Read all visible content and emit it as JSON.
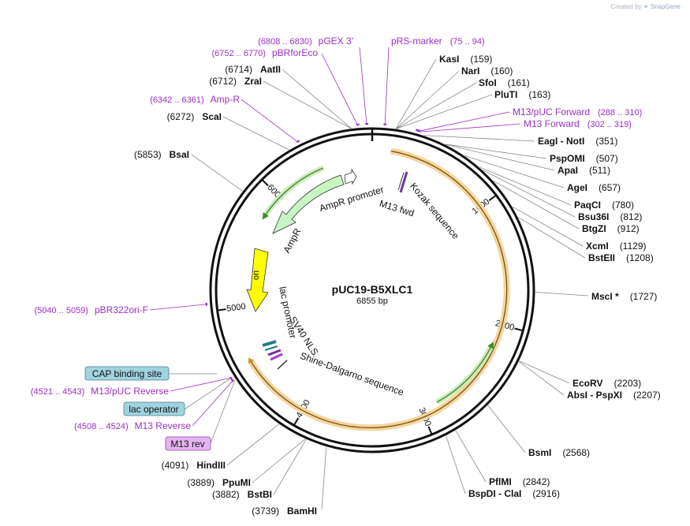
{
  "plasmid": {
    "name": "pUC19-B5XLC1",
    "length_label": "6855 bp",
    "total_bp": 6855
  },
  "watermark": {
    "prefix": "Created by",
    "brand": "SnapGene"
  },
  "ticks": [
    {
      "bp": 1000,
      "label": "1000"
    },
    {
      "bp": 2000,
      "label": "2000"
    },
    {
      "bp": 3000,
      "label": "3000"
    },
    {
      "bp": 4000,
      "label": "4000"
    },
    {
      "bp": 5000,
      "label": "5000"
    },
    {
      "bp": 6000,
      "label": "6000"
    }
  ],
  "enzymes_right": [
    {
      "name": "KasI",
      "pos": "(159)",
      "bp": 159
    },
    {
      "name": "NarI",
      "pos": "(160)",
      "bp": 160
    },
    {
      "name": "SfoI",
      "pos": "(161)",
      "bp": 161
    },
    {
      "name": "PluTI",
      "pos": "(163)",
      "bp": 163
    },
    {
      "name": "EagI  -  NotI",
      "pos": "(351)",
      "bp": 351
    },
    {
      "name": "PspOMI",
      "pos": "(507)",
      "bp": 507
    },
    {
      "name": "ApaI",
      "pos": "(511)",
      "bp": 511
    },
    {
      "name": "AgeI",
      "pos": "(657)",
      "bp": 657
    },
    {
      "name": "PaqCI",
      "pos": "(780)",
      "bp": 780
    },
    {
      "name": "Bsu36I",
      "pos": "(812)",
      "bp": 812
    },
    {
      "name": "BtgZI",
      "pos": "(912)",
      "bp": 912
    },
    {
      "name": "XcmI",
      "pos": "(1129)",
      "bp": 1129
    },
    {
      "name": "BstEII",
      "pos": "(1208)",
      "bp": 1208
    },
    {
      "name": "MscI *",
      "pos": "(1727)",
      "bp": 1727
    },
    {
      "name": "EcoRV",
      "pos": "(2203)",
      "bp": 2203
    },
    {
      "name": "AbsI  -  PspXI",
      "pos": "(2207)",
      "bp": 2207
    },
    {
      "name": "BsmI",
      "pos": "(2568)",
      "bp": 2568
    },
    {
      "name": "PflMI",
      "pos": "(2842)",
      "bp": 2842
    },
    {
      "name": "BspDI  -  ClaI",
      "pos": "(2916)",
      "bp": 2916
    }
  ],
  "enzymes_left": [
    {
      "name": "AatII",
      "pos": "(6714)",
      "bp": 6714
    },
    {
      "name": "ZraI",
      "pos": "(6712)",
      "bp": 6712
    },
    {
      "name": "ScaI",
      "pos": "(6272)",
      "bp": 6272
    },
    {
      "name": "BsaI",
      "pos": "(5853)",
      "bp": 5853
    },
    {
      "name": "HindIII",
      "pos": "(4091)",
      "bp": 4091
    },
    {
      "name": "PpuMI",
      "pos": "(3889)",
      "bp": 3889
    },
    {
      "name": "BstBI",
      "pos": "(3882)",
      "bp": 3882
    },
    {
      "name": "BamHI",
      "pos": "(3739)",
      "bp": 3739
    }
  ],
  "primers": [
    {
      "name": "pGEX 3'",
      "range": "(6808 .. 6830)",
      "bp": 6819
    },
    {
      "name": "pBRforEco",
      "range": "(6752 .. 6770)",
      "bp": 6761
    },
    {
      "name": "Amp-R",
      "range": "(6342 .. 6361)",
      "bp": 6351
    },
    {
      "name": "pRS-marker",
      "range": "(75 .. 94)",
      "bp": 84
    },
    {
      "name": "M13/pUC Forward",
      "range": "(288 .. 310)",
      "bp": 299
    },
    {
      "name": "M13 Forward",
      "range": "(302 .. 319)",
      "bp": 310
    },
    {
      "name": "pBR322ori-F",
      "range": "(5040 .. 5059)",
      "bp": 5049
    },
    {
      "name": "M13/pUC Reverse",
      "range": "(4521 .. 4543)",
      "bp": 4532
    },
    {
      "name": "M13 Reverse",
      "range": "(4508 .. 4524)",
      "bp": 4516
    }
  ],
  "boxed_features": [
    {
      "name": "CAP binding site",
      "kind": "teal"
    },
    {
      "name": "lac operator",
      "kind": "teal"
    },
    {
      "name": "M13 rev",
      "kind": "violet"
    }
  ],
  "inner_features": {
    "ampr": "AmpR",
    "ampr_promoter": "AmpR promoter",
    "ori": "ori",
    "m13_fwd": "M13 fwd",
    "kozak": "Kozak sequence",
    "lac_promoter": "lac promoter",
    "sv40_nls": "SV40 NLS",
    "shine_dalgarno": "Shine-Dalgarno sequence"
  },
  "colors": {
    "enzyme": "#000000",
    "primer": "#9b2ec9",
    "orf_orange": "#f0b240",
    "orf_green": "#3d8f1e",
    "ampr_fill": "#c8f5c4",
    "ori_fill": "#ffff00",
    "teal": "#9fd3dd",
    "violet": "#e6b3f2"
  }
}
